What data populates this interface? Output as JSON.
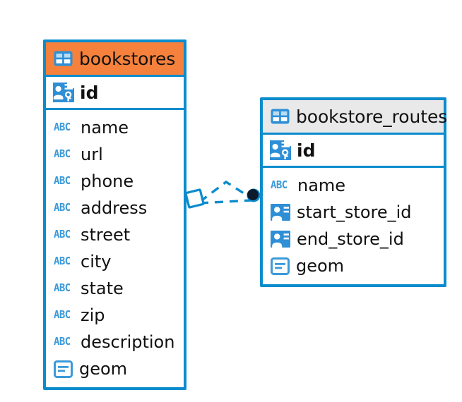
{
  "diagram": {
    "type": "entity-relationship-diagram",
    "background": "#ffffff",
    "accent_color": "#0b8ccd",
    "highlight_color": "#f6813c",
    "neutral_header_color": "#e9e9e9"
  },
  "entities": [
    {
      "name": "bookstores",
      "header_style": "accent",
      "table_icon": "table-grid-icon",
      "primary_key": {
        "name": "id",
        "icon": "primary-key-icon"
      },
      "fields": [
        {
          "name": "name",
          "icon": "abc-text-icon",
          "type_glyph": "ABC"
        },
        {
          "name": "url",
          "icon": "abc-text-icon",
          "type_glyph": "ABC"
        },
        {
          "name": "phone",
          "icon": "abc-text-icon",
          "type_glyph": "ABC"
        },
        {
          "name": "address",
          "icon": "abc-text-icon",
          "type_glyph": "ABC"
        },
        {
          "name": "street",
          "icon": "abc-text-icon",
          "type_glyph": "ABC"
        },
        {
          "name": "city",
          "icon": "abc-text-icon",
          "type_glyph": "ABC"
        },
        {
          "name": "state",
          "icon": "abc-text-icon",
          "type_glyph": "ABC"
        },
        {
          "name": "zip",
          "icon": "abc-text-icon",
          "type_glyph": "ABC"
        },
        {
          "name": "description",
          "icon": "abc-text-icon",
          "type_glyph": "ABC"
        },
        {
          "name": "geom",
          "icon": "geometry-icon",
          "type_glyph": ""
        }
      ]
    },
    {
      "name": "bookstore_routes",
      "header_style": "neutral",
      "table_icon": "table-grid-icon",
      "primary_key": {
        "name": "id",
        "icon": "primary-key-icon"
      },
      "fields": [
        {
          "name": "name",
          "icon": "abc-text-icon",
          "type_glyph": "ABC"
        },
        {
          "name": "start_store_id",
          "icon": "foreign-key-icon",
          "type_glyph": ""
        },
        {
          "name": "end_store_id",
          "icon": "foreign-key-icon",
          "type_glyph": ""
        },
        {
          "name": "geom",
          "icon": "geometry-icon",
          "type_glyph": ""
        }
      ]
    }
  ],
  "relationship": {
    "style": "dashed",
    "color": "#0b8ccd",
    "source_endpoint": "diamond-endpoint-icon",
    "target_endpoint": "filled-circle-endpoint-icon",
    "target_endpoint_color": "#0d1a2b"
  }
}
